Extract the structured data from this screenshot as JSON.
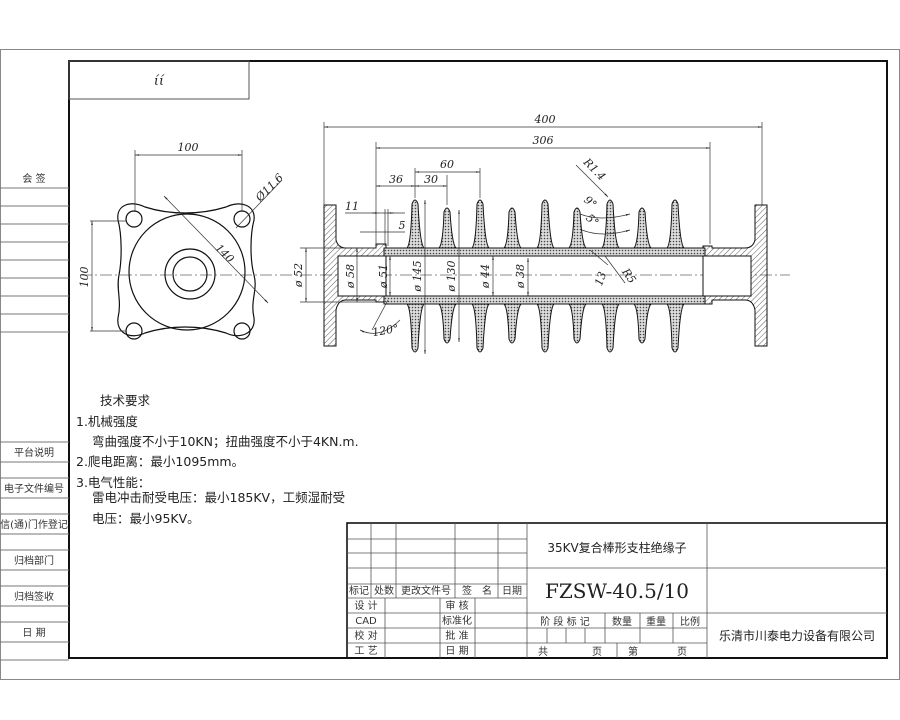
{
  "drawing": {
    "corner_mark": "ίί",
    "left_strip": {
      "top_label": "会 签",
      "labels": [
        "平台说明",
        "电子文件编号",
        "信(通)门作登记",
        "归档部门",
        "归档签收",
        "日 期"
      ]
    },
    "flange_view": {
      "dim_bolt_spacing_h": "100",
      "dim_bolt_spacing_v": "100",
      "dim_diagonal": "140",
      "dim_hole": "Ø11.6"
    },
    "section_view": {
      "dim_overall_length": "400",
      "dim_shed_length": "306",
      "dim_shed_pitch": "60",
      "dim_first_offset": "36",
      "dim_half_pitch": "30",
      "dim_11": "11",
      "dim_5": "5",
      "dim_d52": "ø 52",
      "dim_d58": "ø 58",
      "dim_d51": "ø 51",
      "dim_d145": "ø 145",
      "dim_d130": "ø 130",
      "dim_d44": "ø 44",
      "dim_d38": "ø 38",
      "dim_angle": "120°",
      "dim_r14": "R1.4",
      "dim_9deg": "9°",
      "dim_5deg": "5°",
      "dim_13": "13",
      "dim_r5": "R5"
    },
    "requirements": {
      "title": "技术要求",
      "lines": [
        "1.机械强度",
        "弯曲强度不小于10KN；扭曲强度不小于4KN.m.",
        "2.爬电距离：最小1095mm。",
        "3.电气性能：",
        "雷电冲击耐受电压：最小185KV，工频湿耐受",
        "电压：最小95KV。"
      ]
    },
    "title_block": {
      "revision_headers": [
        "标记",
        "处数",
        "更改文件号",
        "签　名",
        "日期"
      ],
      "sign_rows": [
        {
          "left": "设 计",
          "right": "审 核"
        },
        {
          "left": "CAD",
          "right": "标准化"
        },
        {
          "left": "校 对",
          "right": "批 准"
        },
        {
          "left": "工 艺",
          "right": "日 期"
        }
      ],
      "product_name": "35KV复合棒形支柱绝缘子",
      "model": "FZSW-40.5/10",
      "stage_label": "阶 段 标 记",
      "qty_label": "数量",
      "weight_label": "重量",
      "scale_label": "比例",
      "total_label": "共",
      "page_label": "页",
      "sheet_label": "第",
      "sheet_page_label": "页",
      "company": "乐清市川泰电力设备有限公司"
    }
  }
}
